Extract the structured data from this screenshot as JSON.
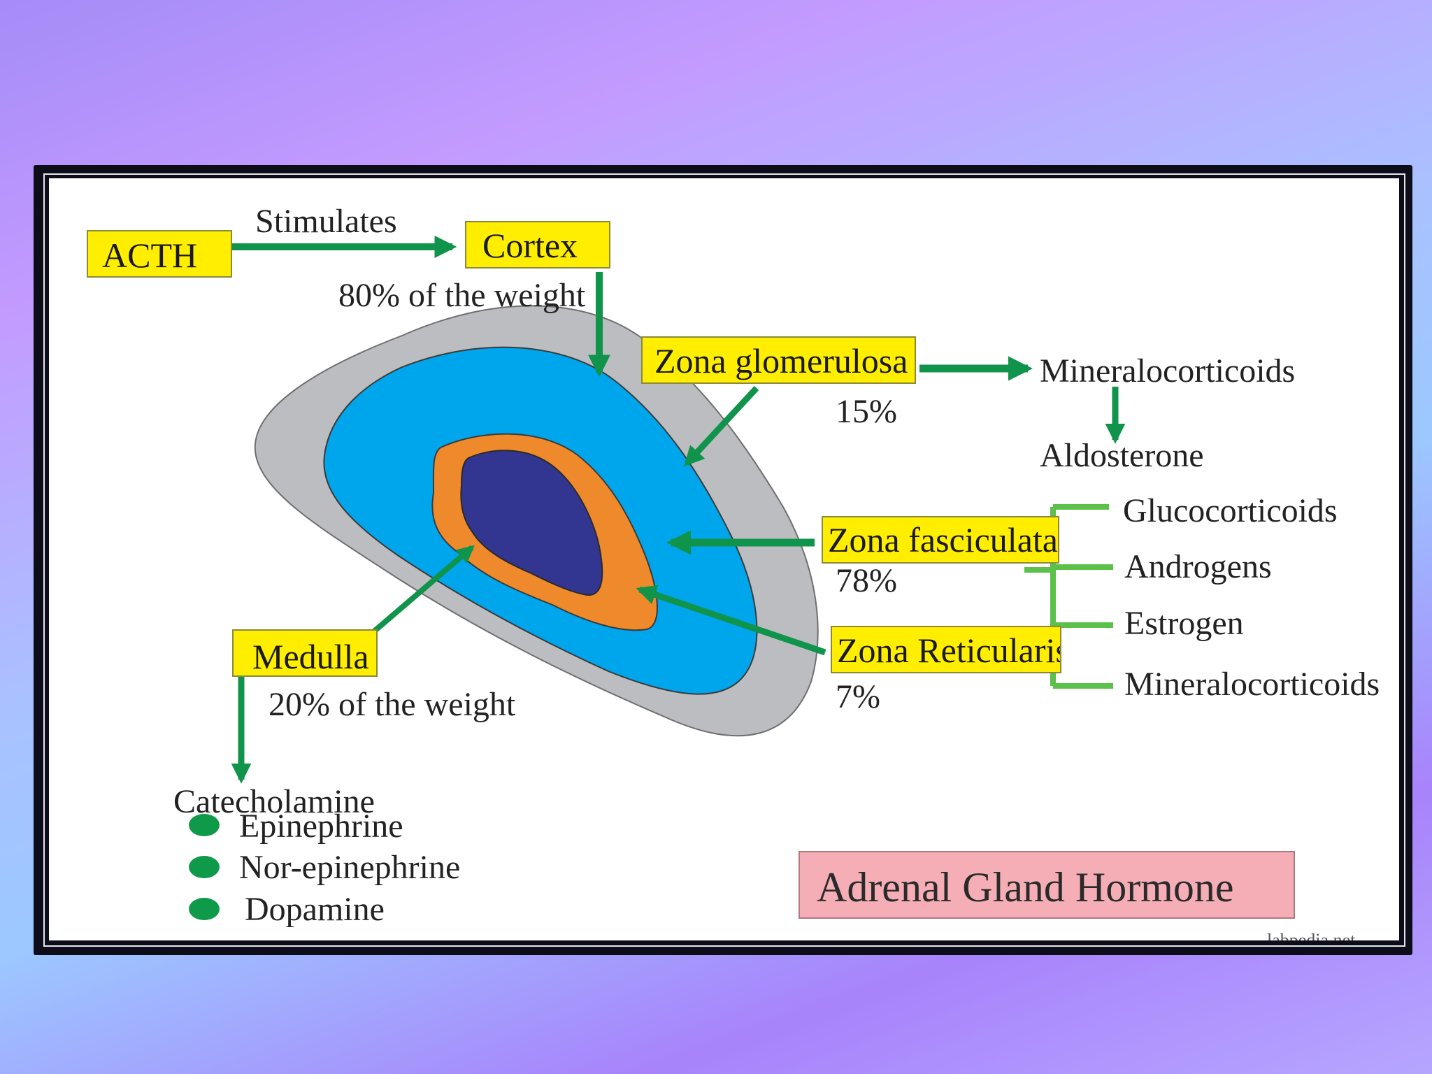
{
  "title": "Adrenal Gland Hormone",
  "acth": "ACTH",
  "stimulates": "Stimulates",
  "cortex": {
    "label": "Cortex",
    "weight": "80% of the weight"
  },
  "zona_glomerulosa": {
    "label": "Zona glomerulosa",
    "percent": "15%",
    "product": "Mineralocorticoids",
    "product_sub": "Aldosterone"
  },
  "zona_fasciculata": {
    "label": "Zona fasciculata",
    "percent": "78%"
  },
  "zona_reticularis": {
    "label": "Zona Reticularis",
    "percent": "7%"
  },
  "fasciculata_reticularis_products": [
    "Glucocorticoids",
    "Androgens",
    "Estrogen",
    "Mineralocorticoids"
  ],
  "medulla": {
    "label": "Medulla",
    "weight": "20% of the weight",
    "product": "Catecholamine",
    "catecholamines": [
      "Epinephrine",
      "Nor-epinephrine",
      "Dopamine"
    ]
  },
  "watermark": "labpedia.net",
  "colors": {
    "arrow": "#10934a",
    "bracket": "#5cc14a",
    "label_box": "#ffee00",
    "title_box": "#f5aeb6",
    "capsule": "#bcbdc1",
    "cortex_zone": "#00a6ec",
    "reticularis_zone": "#ee8a2c",
    "medulla_zone": "#323690",
    "bullet": "#0f9a4a"
  }
}
